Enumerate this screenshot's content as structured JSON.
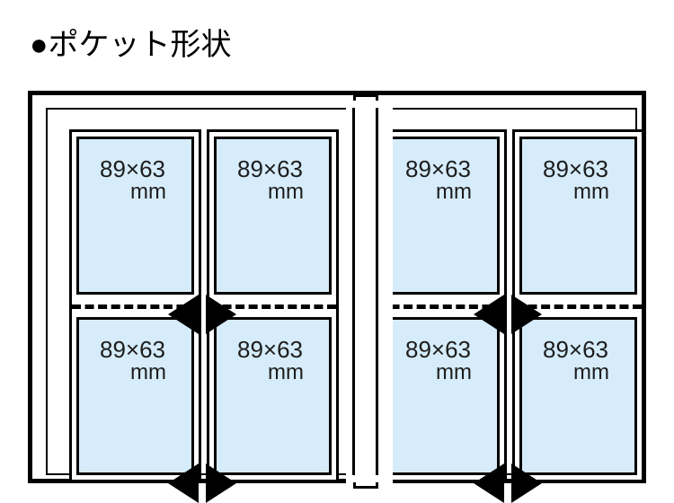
{
  "title": {
    "bullet": "●",
    "text": "ポケット形状",
    "full": "●ポケット形状"
  },
  "diagram": {
    "name": "album-page-pocket-layout",
    "columns": 4,
    "rows": 2,
    "pocket_count": 8,
    "colors": {
      "pocket_fill": "#d6ecfa",
      "line": "#000000",
      "page_background": "#ffffff",
      "text": "#1d1d1d"
    },
    "spine": {
      "label": "center-binding-spine",
      "line_count": 2,
      "notch_top": true,
      "notch_bottom": true
    },
    "perforation": {
      "style": "dashed",
      "orientation": "horizontal",
      "count": 4
    },
    "arrows": {
      "style": "outward-triangle-pair",
      "count": 4
    },
    "pockets": [
      {
        "id": "pocket-1",
        "column": 0,
        "row": "upper",
        "size": "89×63",
        "unit": "mm"
      },
      {
        "id": "pocket-2",
        "column": 1,
        "row": "upper",
        "size": "89×63",
        "unit": "mm"
      },
      {
        "id": "pocket-3",
        "column": 2,
        "row": "upper",
        "size": "89×63",
        "unit": "mm"
      },
      {
        "id": "pocket-4",
        "column": 3,
        "row": "upper",
        "size": "89×63",
        "unit": "mm"
      },
      {
        "id": "pocket-5",
        "column": 0,
        "row": "lower",
        "size": "89×63",
        "unit": "mm"
      },
      {
        "id": "pocket-6",
        "column": 1,
        "row": "lower",
        "size": "89×63",
        "unit": "mm"
      },
      {
        "id": "pocket-7",
        "column": 2,
        "row": "lower",
        "size": "89×63",
        "unit": "mm"
      },
      {
        "id": "pocket-8",
        "column": 3,
        "row": "lower",
        "size": "89×63",
        "unit": "mm"
      }
    ]
  }
}
